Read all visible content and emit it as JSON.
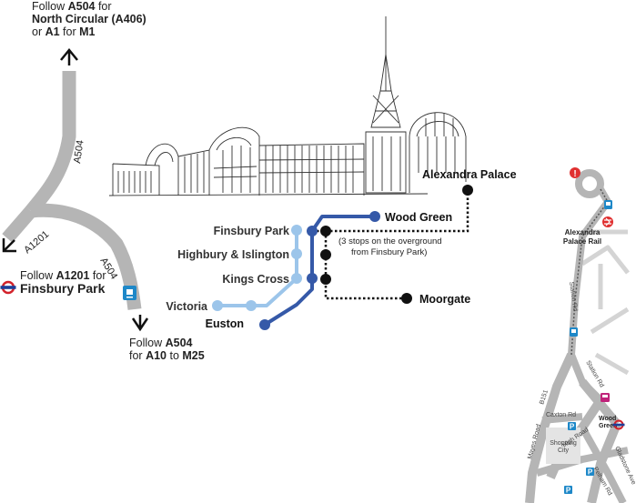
{
  "directions": {
    "north": {
      "l1_pre": "Follow ",
      "l1_road": "A504",
      "l1_post": " for",
      "l2_road": "North Circular (A406)",
      "l3_pre": "or ",
      "l3_road": "A1",
      "l3_mid": " for ",
      "l3_dest": "M1"
    },
    "west": {
      "l1_pre": "Follow ",
      "l1_road": "A1201",
      "l1_post": " for",
      "l2_dest": "Finsbury Park"
    },
    "south": {
      "l1_pre": "Follow ",
      "l1_road": "A504",
      "l2_pre": "for ",
      "l2_road": "A10",
      "l2_mid": " to ",
      "l2_dest": "M25"
    }
  },
  "road_labels": {
    "a504_north": "A504",
    "a1201": "A1201",
    "a504_south": "A504"
  },
  "stations": {
    "alexandra_palace": "Alexandra Palace",
    "wood_green": "Wood Green",
    "finsbury_park": "Finsbury Park",
    "highbury_islington": "Highbury & Islington",
    "kings_cross": "Kings Cross",
    "victoria": "Victoria",
    "euston": "Euston",
    "moorgate": "Moorgate"
  },
  "overground_note": {
    "line1": "(3 stops on the overground",
    "line2": "from Finsbury Park)"
  },
  "local_map": {
    "rail_label_1": "Alexandra",
    "rail_label_2": "Palace Rail",
    "station_rd": "Station Rd",
    "station_rd_2": "Station Rd",
    "b151": "B151",
    "caxton_rd": "Caxton Rd",
    "wood_green_1": "Wood",
    "wood_green_2": "Green",
    "high_road": "High Road",
    "mayes_road": "Mayes Road",
    "shopping_1": "Shopping",
    "shopping_2": "City",
    "gladstone_ave": "Gladstone Ave",
    "parkside_rd": "Pelham Rd",
    "parking": "P",
    "info": "!"
  },
  "colors": {
    "victoria_line": "#9cc5ea",
    "piccadilly_line": "#3559a8",
    "overground": "#111111",
    "road": "#b5b5b5",
    "bus": "#1e88c8",
    "rail": "#e03030",
    "tube_roundel": "#d2222b",
    "parking": "#1e88c8",
    "info": "#e03030"
  },
  "icons": [
    "arrow-up-icon",
    "arrow-down-icon",
    "arrow-left-icon",
    "bus-icon",
    "underground-roundel-icon",
    "national-rail-icon",
    "parking-icon",
    "info-icon",
    "alexandra-palace-sketch"
  ]
}
